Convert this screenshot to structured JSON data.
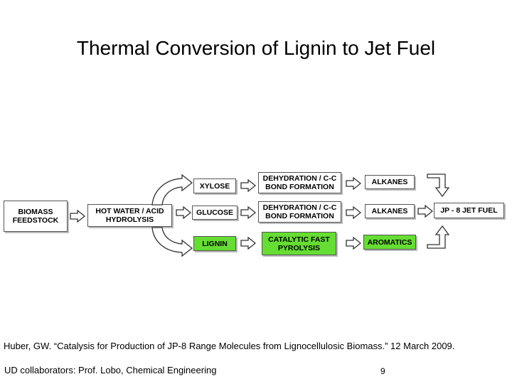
{
  "slide": {
    "title": "Thermal Conversion of Lignin to Jet Fuel",
    "citation": "Huber, GW. “Catalysis for Production of JP-8 Range Molecules from Lignocellulosic Biomass.” 12 March 2009.",
    "footer": "UD collaborators:  Prof. Lobo, Chemical Engineering",
    "page_number": "9"
  },
  "diagram": {
    "feedstock": [
      "BIOMASS",
      "FEEDSTOCK"
    ],
    "hydrolysis": [
      "HOT WATER / ACID",
      "HYDROLYSIS"
    ],
    "xylose": "XYLOSE",
    "glucose": "GLUCOSE",
    "lignin": "LIGNIN",
    "dehydration_top": [
      "DEHYDRATION / C-C",
      "BOND FORMATION"
    ],
    "dehydration_mid": [
      "DEHYDRATION / C-C",
      "BOND FORMATION"
    ],
    "pyrolysis": [
      "CATALYTIC FAST",
      "PYROLYSIS"
    ],
    "alkanes_top": "ALKANES",
    "alkanes_mid": "ALKANES",
    "aromatics": "AROMATICS",
    "jet_fuel": "JP - 8 JET FUEL",
    "colors": {
      "highlight": "#66dd33",
      "border": "#555555"
    }
  }
}
